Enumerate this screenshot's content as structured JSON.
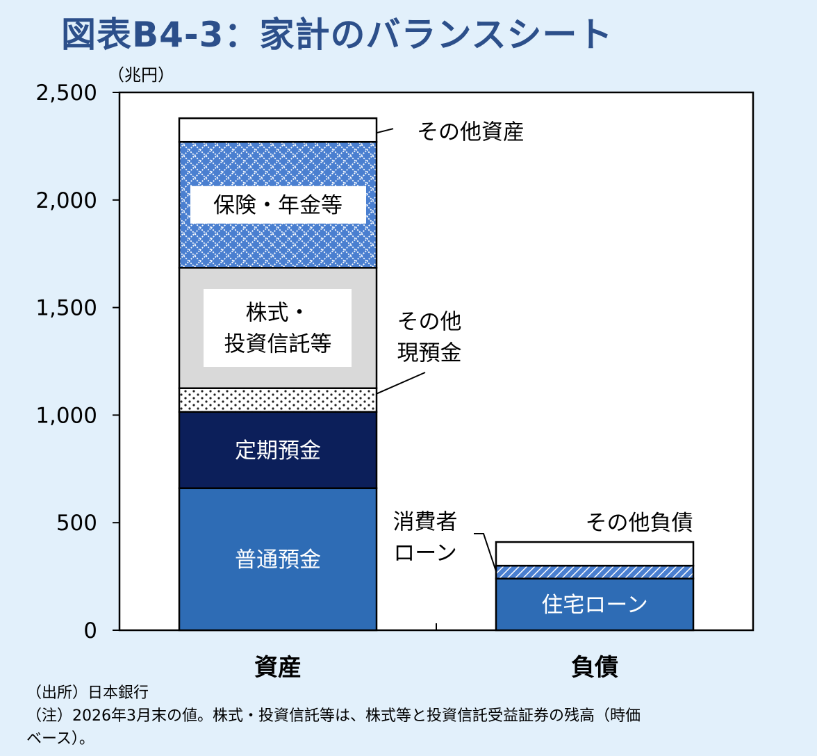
{
  "title": "図表B4-3：家計のバランスシート",
  "notes": {
    "source": "（出所）日本銀行",
    "note_line1": "（注）2026年3月末の値。株式・投資信託等は、株式等と投資信託受益証券の残高（時価",
    "note_line2": "ベース）。"
  },
  "chart_data": {
    "type": "bar",
    "stacked": true,
    "unit": "（兆円）",
    "ylim": [
      0,
      2500
    ],
    "yticks": [
      0,
      500,
      1000,
      1500,
      2000,
      2500
    ],
    "ytick_labels": [
      "0",
      "500",
      "1,000",
      "1,500",
      "2,000",
      "2,500"
    ],
    "categories": [
      "資産",
      "負債"
    ],
    "stacks": [
      {
        "category": "資産",
        "segments": [
          {
            "label": "普通預金",
            "value": 660,
            "color": "#2e6cb5",
            "pattern": "solid"
          },
          {
            "label": "定期預金",
            "value": 355,
            "color": "#0c1f5a",
            "pattern": "solid"
          },
          {
            "label": "その他\n現預金",
            "value": 110,
            "color": "#ffffff",
            "pattern": "dots"
          },
          {
            "label": "株式・\n投資信託等",
            "value": 560,
            "color": "#d9d9d9",
            "pattern": "solid"
          },
          {
            "label": "保険・年金等",
            "value": 585,
            "color": "#4a7fd0",
            "pattern": "diamond"
          },
          {
            "label": "その他資産",
            "value": 110,
            "color": "#ffffff",
            "pattern": "solid"
          }
        ]
      },
      {
        "category": "負債",
        "segments": [
          {
            "label": "住宅ローン",
            "value": 240,
            "color": "#2e6cb5",
            "pattern": "solid"
          },
          {
            "label": "消費者\nローン",
            "value": 60,
            "color": "#4a7fd0",
            "pattern": "hatch"
          },
          {
            "label": "その他負債",
            "value": 110,
            "color": "#ffffff",
            "pattern": "solid"
          }
        ]
      }
    ]
  }
}
